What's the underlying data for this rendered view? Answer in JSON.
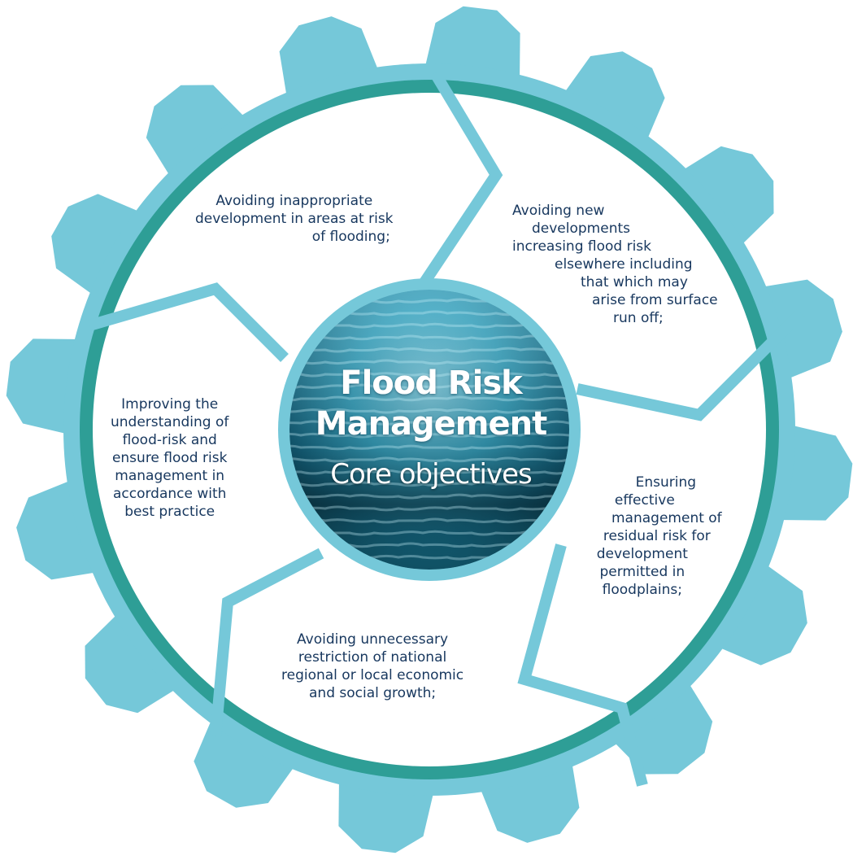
{
  "center": {
    "title_line1": "Flood Risk",
    "title_line2": "Management",
    "subtitle": "Core objectives"
  },
  "objectives": {
    "top": [
      "Avoiding inappropriate",
      "development in areas at risk",
      "of flooding;"
    ],
    "right_upper": [
      "Avoiding new",
      "developments",
      "increasing flood risk",
      "elsewhere including",
      "that which may",
      "arise from surface",
      "run off;"
    ],
    "right_lower": [
      "Ensuring",
      "effective",
      "management of",
      "residual risk for",
      "development",
      "permitted in",
      "floodplains;"
    ],
    "bottom": [
      "Avoiding unnecessary",
      "restriction of national",
      "regional or local economic",
      "and social growth;"
    ],
    "left": [
      "Improving the",
      "understanding of",
      "flood-risk and",
      "ensure flood risk",
      "management in",
      "accordance with",
      "best practice"
    ]
  },
  "colors": {
    "gear": "#75c8d9",
    "ring": "#2e9e96",
    "text": "#17375e",
    "water_light": "#7fd0e3",
    "water_dark": "#0d3d4a"
  }
}
